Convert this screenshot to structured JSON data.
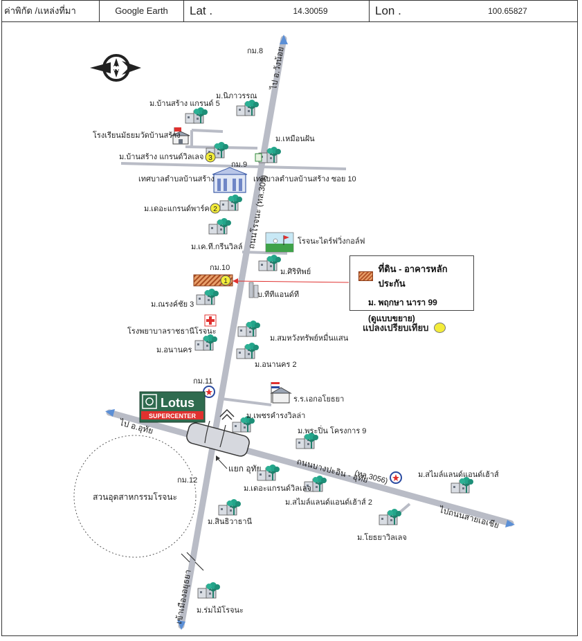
{
  "header": {
    "source_label": "ค่าพิกัด /แหล่งที่มา",
    "source_value": "Google Earth",
    "lat_label": "Lat .",
    "lat_value": "14.30059",
    "lon_label": "Lon .",
    "lon_value": "100.65827"
  },
  "compass": {
    "letter": "N",
    "icon": "compass-rose-icon"
  },
  "roads": {
    "main_north": "ไป อ.วังน้อย",
    "main_name": "ถนนโรจนะ (ทล.309)",
    "main_south": "เข้าเมืองอยุธยา",
    "cross_west": "ไป อ.อุทัย",
    "cross_name": "ถนนบางปะอิน - อุทัย",
    "cross_code": "(ทล.3056)",
    "cross_east": "ไปถนนสายเอเชีย",
    "junction": "แยก อุทัย"
  },
  "km_markers": [
    "กม.8",
    "กม.9",
    "กม.10",
    "กม.11",
    "กม.12"
  ],
  "places": {
    "village_nipawan": "ม.นิภาวรรณ",
    "village_bansang_grand5": "ม.บ้านสร้าง แกรนด์ 5",
    "school_bansang": "โรงเรียนมัธยมวัดบ้านสร้าง",
    "village_nuemuenmin": "ม.เหมือนฝัน",
    "village_bansang_grandville": "ม.บ้านสร้าง แกรนด์วิลเลจ",
    "municipality": "เทศบาลตำบลบ้านสร้าง",
    "municipality_soi10": "เทศบาลตำบลบ้านสร้าง ซอย 10",
    "village_thegrandpark": "ม.เดอะแกรนด์พาร์ค",
    "golf": "โรจนะไดร์ฟวิ่งกอล์ฟ",
    "village_kgreenville": "ม.เค.ที.กรีนวิลล์",
    "village_siriphat": "ม.ศิริทิพย์",
    "factory_btt": "บ.ทีทีแอนด์ที",
    "village_narongchai3": "ม.ณรงค์ชัย 3",
    "hospital": "โรงพยาบาลราชธานีโรจนะ",
    "village_somwang": "ม.สมหวังทรัพย์หมื่นแสน",
    "village_anankorn": "ม.อนานคร",
    "village_anankorn2": "ม.อนานคร 2",
    "school_ekayothaya": "ร.ร.เอกอโยธยา",
    "village_phetcharat": "ม.เพชรคำรงวิลล่า",
    "village_pruksa9": "ม.พระปิ่น โครงการ 9",
    "village_thegrandvillage": "ม.เดอะแกรนด์วิลเลจ",
    "village_smileland2": "ม.สไมล์แลนด์แอนด์เฮ้าส์ 2",
    "village_smileland": "ม.สไมล์แลนด์แอนด์เฮ้าส์",
    "village_sinthanee": "ม.สินธิวาธานี",
    "village_yothaya": "ม.โยธยาวิลเลจ",
    "industrial_park": "สวนอุตสาหกรรมโรจนะ",
    "village_rommai": "ม.ร่มไม้โรจนะ"
  },
  "lotus": {
    "name": "Lotus",
    "sub": "SUPERCENTER"
  },
  "markers": [
    "1",
    "2",
    "3"
  ],
  "legend": {
    "subject_title": "ที่ดิน - อาคารหลักประกัน",
    "subject_project": "ม. พฤกษา นารา 99",
    "subject_note": "(ดูแบบขยาย)",
    "compare_label": "แปลงเปรียบเทียบ"
  },
  "colors": {
    "road": "#b9bcc6",
    "marker_yellow": "#f3ec3a",
    "subject_hatch": "#b5562a",
    "pointer_red": "#e0312f"
  }
}
